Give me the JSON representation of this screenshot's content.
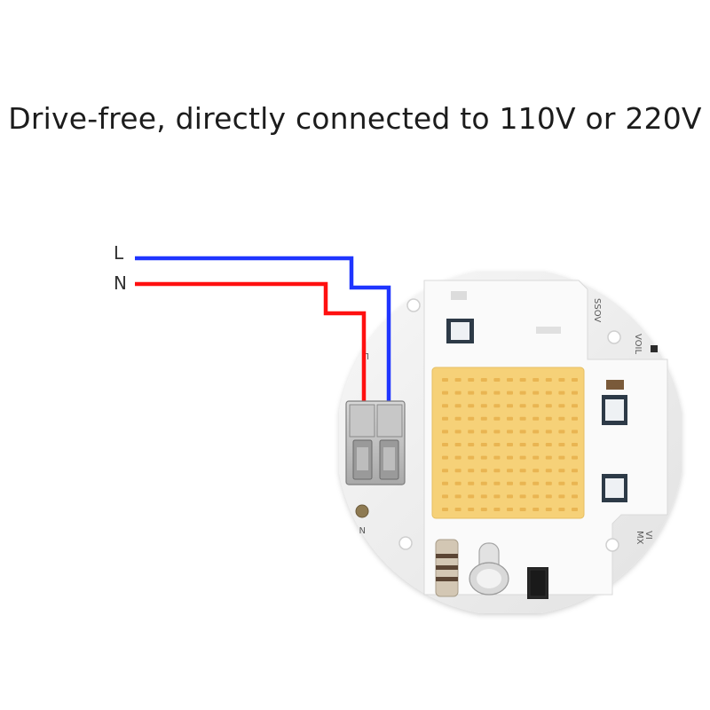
{
  "headline": "Drive-free, directly connected to 110V or 220V",
  "wires": {
    "line_label": "L",
    "neutral_label": "N"
  },
  "silkscreen": {
    "top_right_a": "SSOV",
    "top_right_b": "VOIL",
    "bottom_right": "MX",
    "bottom_right_b": "VI",
    "terminal_n": "N",
    "terminal_l": "L"
  },
  "colors": {
    "line_wire": "#1f35ff",
    "neutral_wire": "#ff1010",
    "led_emitter": "#f6d178",
    "board": "#f1f1f1"
  }
}
